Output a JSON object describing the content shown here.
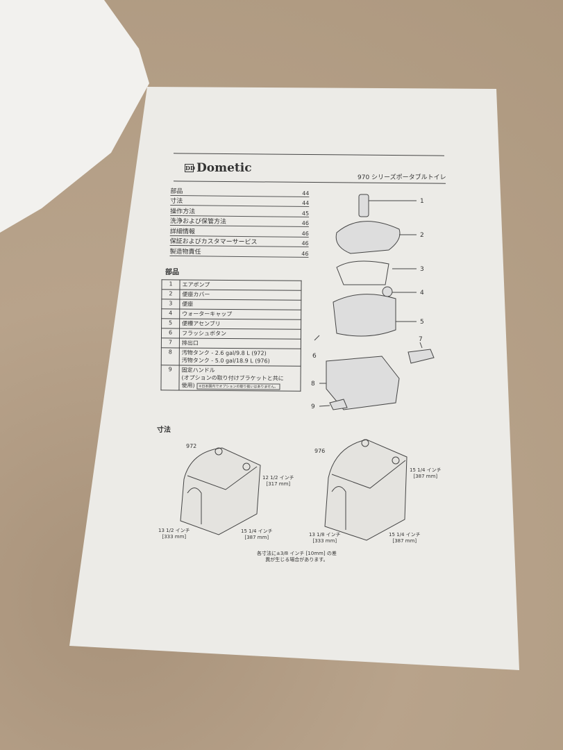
{
  "header": {
    "brand": "Dometic",
    "subtitle": "970 シリーズポータブルトイレ"
  },
  "toc": [
    {
      "label": "部品",
      "page": "44"
    },
    {
      "label": "寸法",
      "page": "44"
    },
    {
      "label": "操作方法",
      "page": "45"
    },
    {
      "label": "洗浄および保管方法",
      "page": "46"
    },
    {
      "label": "詳細情報",
      "page": "46"
    },
    {
      "label": "保証およびカスタマーサービス",
      "page": "46"
    },
    {
      "label": "製造物責任",
      "page": "46"
    }
  ],
  "parts": {
    "heading": "部品",
    "items": [
      {
        "no": "1",
        "name": "エアポンプ"
      },
      {
        "no": "2",
        "name": "便座カバー"
      },
      {
        "no": "3",
        "name": "便座"
      },
      {
        "no": "4",
        "name": "ウォーターキャップ"
      },
      {
        "no": "5",
        "name": "便槽アセンブリ"
      },
      {
        "no": "6",
        "name": "フラッシュボタン"
      },
      {
        "no": "7",
        "name": "排出口"
      },
      {
        "no": "8",
        "name": "汚物タンク - 2.6 gal/9.8 L (972)",
        "name2": "汚物タンク - 5.0 gal/18.9 L (976)"
      },
      {
        "no": "9",
        "name": "固定ハンドル",
        "name2": "(オプションの取り付けブラケットと共に",
        "name3": "使用)",
        "note": "※日本国内でオプションの取り扱いはありません。"
      }
    ]
  },
  "diagram_labels": [
    "1",
    "2",
    "3",
    "4",
    "5",
    "6",
    "7",
    "8",
    "9"
  ],
  "dimensions": {
    "heading": "寸法",
    "m972": {
      "model": "972",
      "height": "12 1/2 インチ",
      "height_mm": "[317 mm]",
      "depth": "13 1/2 インチ",
      "depth_mm": "[333 mm]",
      "width": "15 1/4 インチ",
      "width_mm": "[387 mm]"
    },
    "m976": {
      "model": "976",
      "height": "15 1/4 インチ",
      "height_mm": "[387 mm]",
      "depth": "13 1/8 インチ",
      "depth_mm": "[333 mm]",
      "width": "15 1/4 インチ",
      "width_mm": "[387 mm]"
    },
    "note1": "各寸法に±3/8 インチ [10mm] の差",
    "note2": "異が生じる場合があります。"
  }
}
